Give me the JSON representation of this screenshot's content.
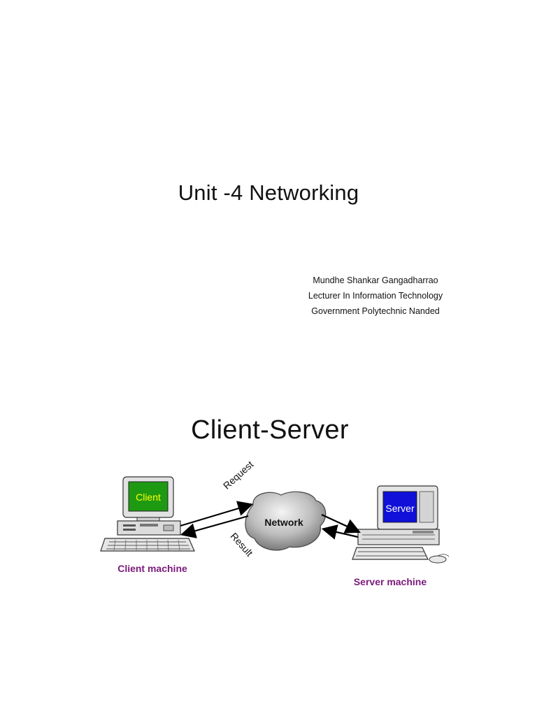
{
  "document": {
    "title": "Unit -4 Networking",
    "author_lines": [
      "Mundhe Shankar Gangadharrao",
      "Lecturer In Information Technology",
      "Government Polytechnic Nanded"
    ]
  },
  "diagram": {
    "title": "Client-Server",
    "client_screen_text": "Client",
    "server_screen_text": "Server",
    "network_label": "Network",
    "request_label": "Request",
    "result_label": "Result",
    "client_caption": "Client machine",
    "server_caption": "Server machine",
    "colors": {
      "caption": "#7b1a7b",
      "client_screen": "#1e9a12",
      "client_screen_text": "#ffff00",
      "server_screen": "#1010d8",
      "server_screen_text": "#ffffff"
    }
  }
}
